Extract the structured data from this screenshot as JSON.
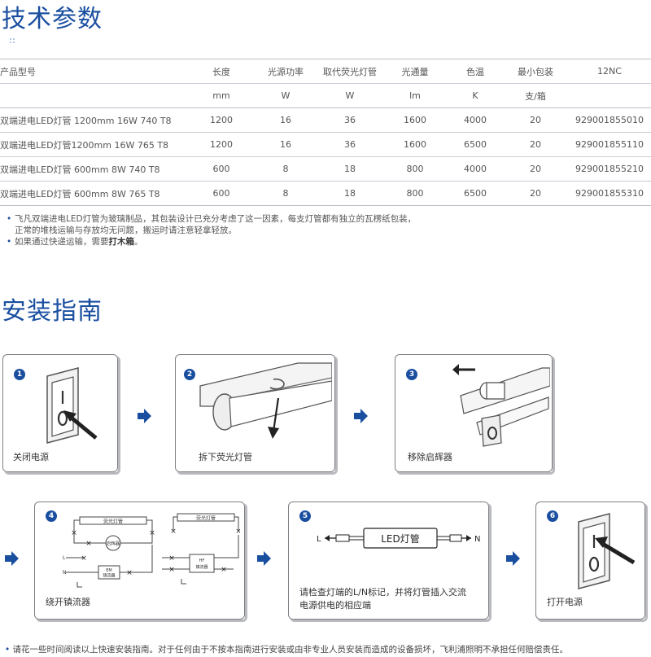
{
  "spec_section": {
    "title": "技术参数",
    "headers": [
      "产品型号",
      "长度",
      "光源功率",
      "取代荧光灯管",
      "光通量",
      "色温",
      "最小包装",
      "12NC"
    ],
    "units": [
      "",
      "mm",
      "W",
      "W",
      "lm",
      "K",
      "支/箱",
      ""
    ],
    "rows": [
      [
        "双端进电LED灯管 1200mm 16W 740 T8",
        "1200",
        "16",
        "36",
        "1600",
        "4000",
        "20",
        "929001855010"
      ],
      [
        "双端进电LED灯管1200mm 16W 765 T8",
        "1200",
        "16",
        "36",
        "1600",
        "6500",
        "20",
        "929001855110"
      ],
      [
        "双端进电LED灯管 600mm 8W 740 T8",
        "600",
        "8",
        "18",
        "800",
        "4000",
        "20",
        "929001855210"
      ],
      [
        "双端进电LED灯管 600mm 8W 765 T8",
        "600",
        "8",
        "18",
        "800",
        "6500",
        "20",
        "929001855310"
      ]
    ],
    "notes": {
      "note1_line1": "飞凡双端进电LED灯管为玻璃制品，其包装设计已充分考虑了这一因素，每支灯管都有独立的瓦楞纸包装，",
      "note1_line2": "正常的堆栈运输与存放均无问题，搬运时请注意轻拿轻放。",
      "note2_prefix": "如果通过快递运输，需要",
      "note2_bold": "打木箱",
      "note2_suffix": "。"
    }
  },
  "install_section": {
    "title": "安装指南",
    "steps": [
      {
        "number": "1",
        "caption": "关闭电源"
      },
      {
        "number": "2",
        "caption": "拆下荧光灯管"
      },
      {
        "number": "3",
        "caption": "移除启辉器"
      },
      {
        "number": "4",
        "caption": "绕开镇流器"
      },
      {
        "number": "5",
        "caption_line1": "请检查灯端的L/N标记，并将灯管插入交流",
        "caption_line2": "电源供电的相应端"
      },
      {
        "number": "6",
        "caption": "打开电源"
      }
    ],
    "diagram_labels": {
      "fluorescent_tube": "荧光灯管",
      "starter": "启辉器",
      "em_ballast_line1": "EM",
      "em_ballast_line2": "镇流器",
      "hf_ballast_line1": "HF",
      "hf_ballast_line2": "镇流器",
      "led_tube": "LED灯管",
      "l": "L",
      "n": "N"
    }
  },
  "footer": "请花一些时间阅读以上快速安装指南。对于任何由于不按本指南进行安装或由非专业人员安装而造成的设备损坏，飞利浦照明不承担任何赔偿责任。",
  "colors": {
    "accent": "#1a4fa0",
    "rule": "#c9ccd4",
    "frame": "#7d7f84"
  }
}
